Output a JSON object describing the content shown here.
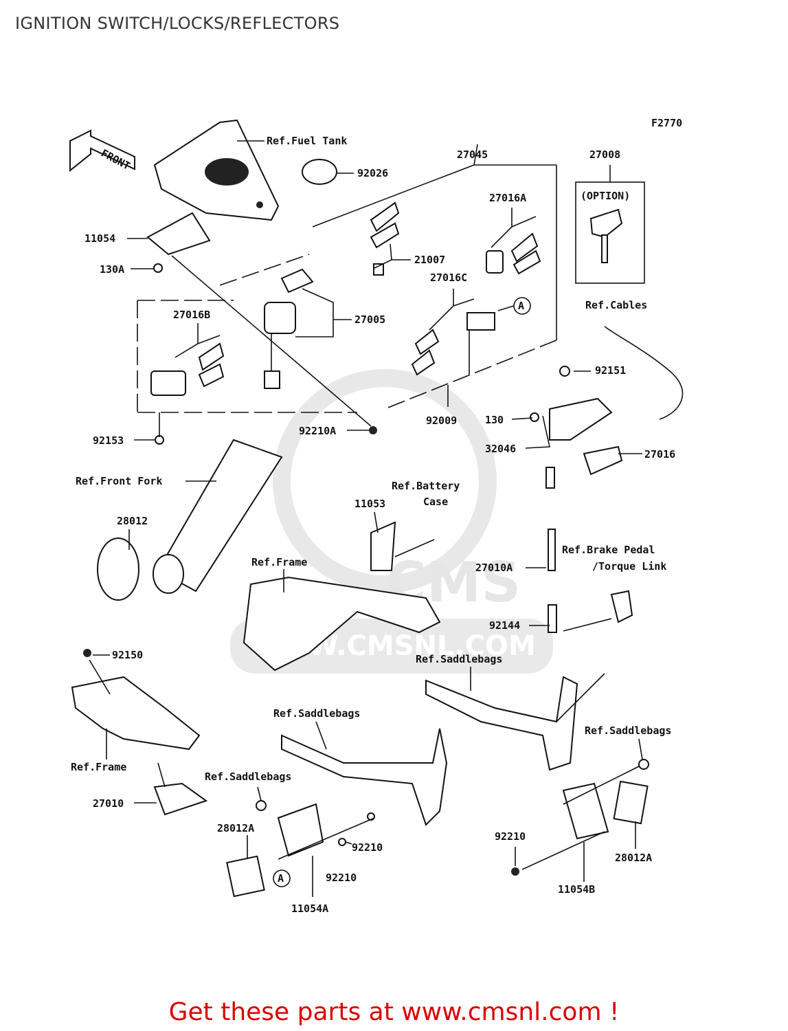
{
  "header": {
    "title": "IGNITION SWITCH/LOCKS/REFLECTORS"
  },
  "figure_id": "F2770",
  "front_arrow": "FRONT",
  "watermark": {
    "text": "WWW.CMSNL.COM",
    "logo_text": "CMS"
  },
  "callouts": {
    "ref_fuel_tank": "Ref.Fuel Tank",
    "p92026": "92026",
    "p27045": "27045",
    "p27008": "27008",
    "option": "(OPTION)",
    "p27016A": "27016A",
    "p11054": "11054",
    "p130A": "130A",
    "p21007": "21007",
    "p27016C": "27016C",
    "circle_a": "A",
    "p27016B": "27016B",
    "p27005": "27005",
    "ref_cables": "Ref.Cables",
    "p92151": "92151",
    "p92009": "92009",
    "p130": "130",
    "p92153": "92153",
    "p92210A": "92210A",
    "p32046": "32046",
    "p27016": "27016",
    "ref_front_fork": "Ref.Front Fork",
    "ref_battery_case_1": "Ref.Battery",
    "ref_battery_case_2": "Case",
    "p11053": "11053",
    "p28012": "28012",
    "ref_brake_pedal_1": "Ref.Brake Pedal",
    "ref_brake_pedal_2": "/Torque Link",
    "ref_frame_1": "Ref.Frame",
    "p27010A": "27010A",
    "p92144": "92144",
    "p92150": "92150",
    "ref_saddlebags_1": "Ref.Saddlebags",
    "ref_saddlebags_2": "Ref.Saddlebags",
    "ref_saddlebags_3": "Ref.Saddlebags",
    "ref_saddlebags_4": "Ref.Saddlebags",
    "ref_frame_2": "Ref.Frame",
    "p27010": "27010",
    "p28012A_left": "28012A",
    "p92210_a": "92210",
    "p92210_b": "92210",
    "p92210_right": "92210",
    "p11054A": "11054A",
    "p11054B": "11054B",
    "p28012A_right": "28012A",
    "circle_a2": "A"
  },
  "footer": {
    "cta": "Get these parts at www.cmsnl.com !"
  },
  "colors": {
    "cta": "#d90000",
    "line": "#111111",
    "watermark": "#e6e6e6"
  }
}
